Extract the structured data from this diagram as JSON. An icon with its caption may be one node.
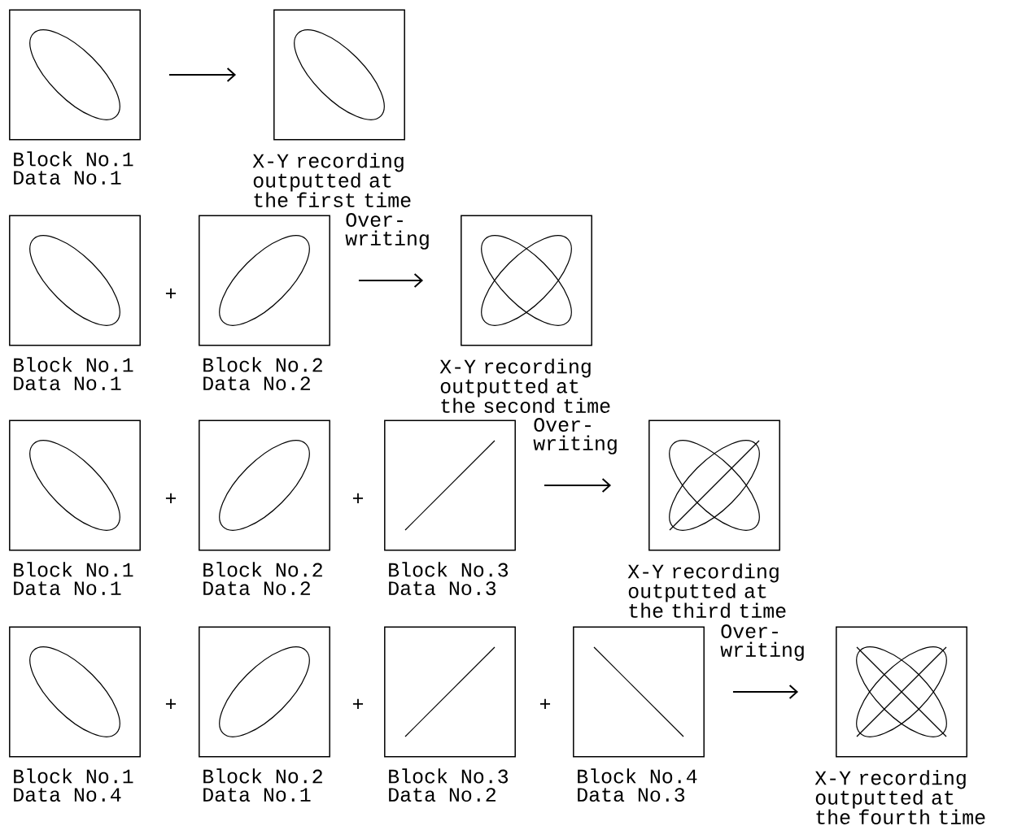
{
  "diagram": {
    "nodes": [
      {
        "text": [],
        "shape": "box",
        "beside": [
          "Block No.1",
          "Data No.1"
        ]
      },
      {
        "text": [],
        "shape": "box",
        "beside": [
          "X-Y recording outputted at the first time"
        ]
      },
      {
        "text": [],
        "shape": "box",
        "beside": [
          "Block No.1",
          "Data No.1"
        ]
      },
      {
        "text": [],
        "shape": "box",
        "beside": [
          "Block No.2",
          "Data No.2"
        ]
      },
      {
        "text": [],
        "shape": "box",
        "beside": [
          "X-Y recording outputted at the second time"
        ]
      },
      {
        "text": [],
        "shape": "box",
        "beside": [
          "Block No.1",
          "Data No.1"
        ]
      },
      {
        "text": [],
        "shape": "box",
        "beside": [
          "Block No.2",
          "Data No.2"
        ]
      },
      {
        "text": [],
        "shape": "box",
        "beside": [
          "Block No.3",
          "Data No.3"
        ]
      },
      {
        "text": [],
        "shape": "box",
        "beside": [
          "X-Y recording outputted at the third time"
        ]
      },
      {
        "text": [],
        "shape": "box",
        "beside": [
          "Block No.1",
          "Data No.4"
        ]
      },
      {
        "text": [],
        "shape": "box",
        "beside": [
          "Block No.2",
          "Data No.1"
        ]
      },
      {
        "text": [],
        "shape": "box",
        "beside": [
          "Block No.3",
          "Data No.2"
        ]
      },
      {
        "text": [],
        "shape": "box",
        "beside": [
          "Block No.4",
          "Data No.3"
        ]
      },
      {
        "text": [],
        "shape": "box",
        "beside": [
          "X-Y recording outputted at the fourth time"
        ]
      }
    ],
    "edges": [
      {
        "from": 0,
        "to": 1,
        "arrow": "to"
      },
      {
        "from": 3,
        "to": 4,
        "arrow": "to",
        "label": "Over-writing"
      },
      {
        "from": 7,
        "to": 8,
        "arrow": "to",
        "label": "Over-writing"
      },
      {
        "from": 12,
        "to": 13,
        "arrow": "to",
        "label": "Over-writing"
      }
    ],
    "labels": [
      "+",
      "+",
      "+",
      "+",
      "+",
      "+"
    ]
  }
}
